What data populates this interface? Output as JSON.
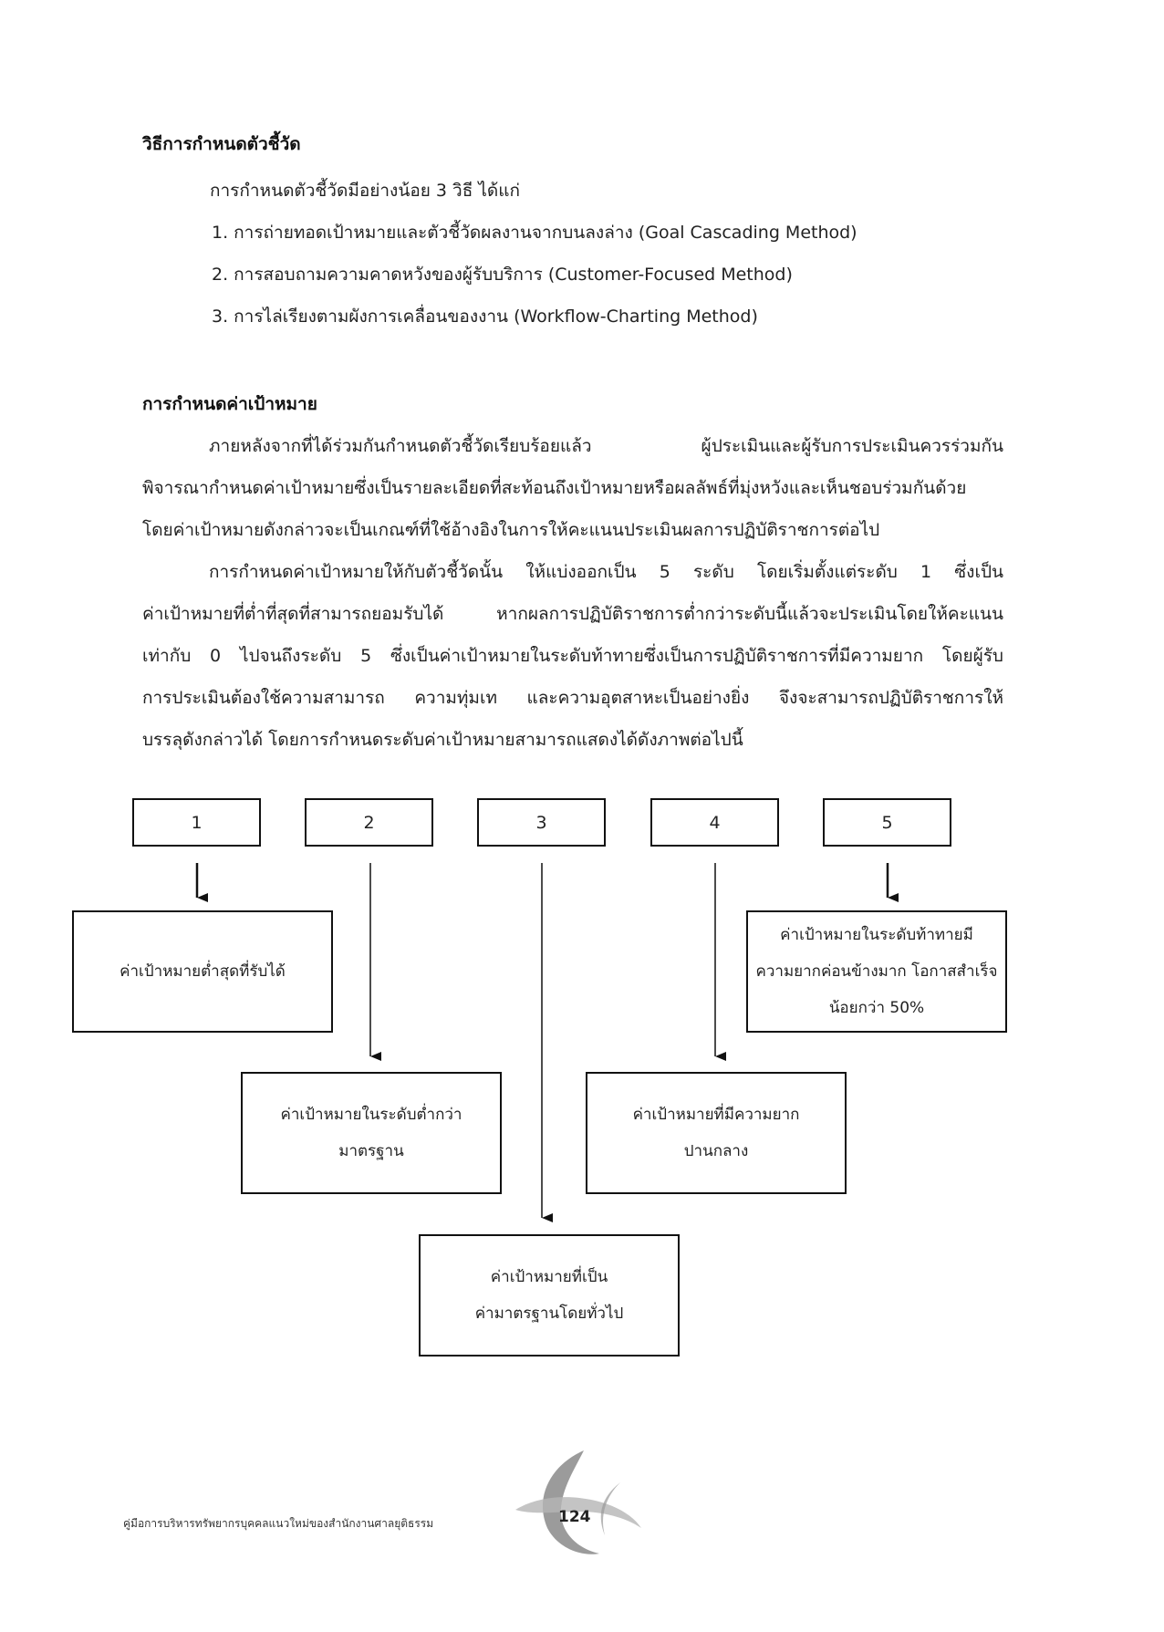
{
  "section1": {
    "heading": "วิธีการกำหนดตัวชี้วัด",
    "intro": "การกำหนดตัวชี้วัดมีอย่างน้อย 3 วิธี ได้แก่",
    "items": [
      "1.  การถ่ายทอดเป้าหมายและตัวชี้วัดผลงานจากบนลงล่าง (Goal Cascading Method)",
      "2.  การสอบถามความคาดหวังของผู้รับบริการ (Customer-Focused Method)",
      "3.  การไล่เรียงตามผังการเคลื่อนของงาน (Workflow-Charting Method)"
    ]
  },
  "section2": {
    "heading": "การกำหนดค่าเป้าหมาย",
    "para1_lines": [
      "ภายหลังจากที่ได้ร่วมกันกำหนดตัวชี้วัดเรียบร้อยแล้ว ผู้ประเมินและผู้รับการประเมินควรร่วมกัน",
      "พิจารณากำหนดค่าเป้าหมายซึ่งเป็นรายละเอียดที่สะท้อนถึงเป้าหมายหรือผลลัพธ์ที่มุ่งหวังและเห็นชอบร่วมกันด้วย",
      "โดยค่าเป้าหมายดังกล่าวจะเป็นเกณฑ์ที่ใช้อ้างอิงในการให้คะแนนประเมินผลการปฏิบัติราชการต่อไป"
    ],
    "para2_lines": [
      "การกำหนดค่าเป้าหมายให้กับตัวชี้วัดนั้น ให้แบ่งออกเป็น 5 ระดับ โดยเริ่มตั้งแต่ระดับ 1 ซึ่งเป็น",
      "ค่าเป้าหมายที่ต่ำที่สุดที่สามารถยอมรับได้ หากผลการปฏิบัติราชการต่ำกว่าระดับนี้แล้วจะประเมินโดยให้คะแนน",
      "เท่ากับ 0 ไปจนถึงระดับ 5 ซึ่งเป็นค่าเป้าหมายในระดับท้าทายซึ่งเป็นการปฏิบัติราชการที่มีความยาก โดยผู้รับ",
      "การประเมินต้องใช้ความสามารถ ความทุ่มเท และความอุตสาหะเป็นอย่างยิ่ง จึงจะสามารถปฏิบัติราชการให้",
      "บรรลุดังกล่าวได้ โดยการกำหนดระดับค่าเป้าหมายสามารถแสดงได้ดังภาพต่อไปนี้"
    ]
  },
  "diagram": {
    "levels": [
      "1",
      "2",
      "3",
      "4",
      "5"
    ],
    "box1": [
      "ค่าเป้าหมายต่ำสุดที่รับได้"
    ],
    "box2": [
      "ค่าเป้าหมายในระดับต่ำกว่า",
      "มาตรฐาน"
    ],
    "box3": [
      "ค่าเป้าหมายที่เป็น",
      "ค่ามาตรฐานโดยทั่วไป"
    ],
    "box4": [
      "ค่าเป้าหมายที่มีความยาก",
      "ปานกลาง"
    ],
    "box5": [
      "ค่าเป้าหมายในระดับท้าทายมี",
      "ความยากค่อนข้างมาก โอกาสสำเร็จ",
      "น้อยกว่า  50%"
    ]
  },
  "footer": {
    "text": "คู่มือการบริหารทรัพยากรบุคคลแนวใหม่ของสำนักงานศาลยุติธรรม",
    "page_number": "124"
  }
}
